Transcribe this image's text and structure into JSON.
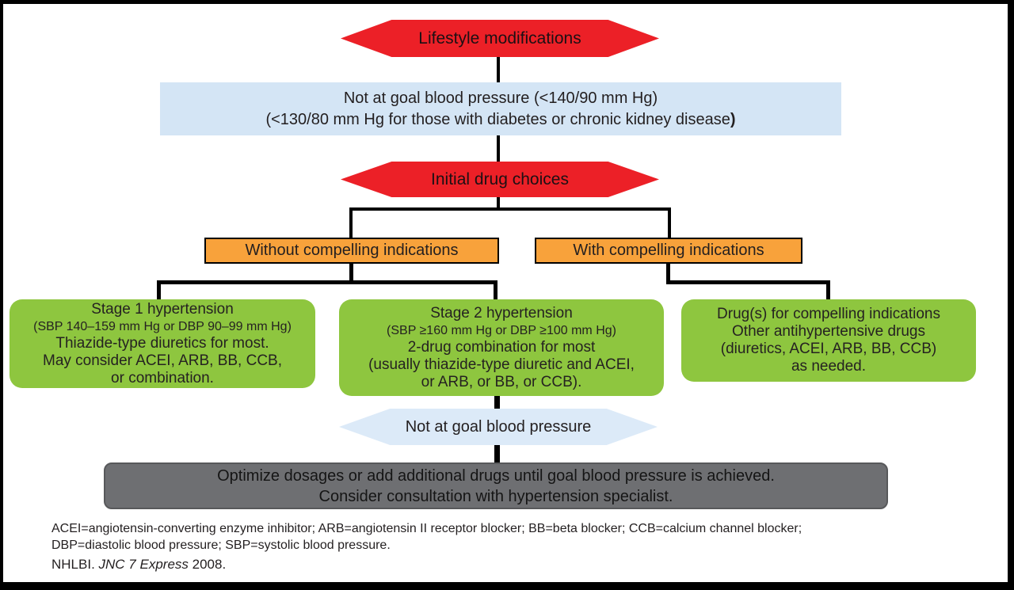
{
  "colors": {
    "red": "#ec2027",
    "orange": "#f8a23b",
    "green": "#8ec63f",
    "blue_box": "#d4e5f5",
    "blue_hex": "#dceaf8",
    "gray": "#6e6f72"
  },
  "flowchart": {
    "lifestyle_hexagon": {
      "label": "Lifestyle modifications"
    },
    "not_at_goal_box": {
      "line1": "Not at goal blood pressure (<140/90 mm Hg)",
      "line2": "(<130/80 mm Hg for those with diabetes or chronic kidney disease",
      "line2_bold": ")"
    },
    "initial_drug_hexagon": {
      "label": "Initial drug choices"
    },
    "without_indications_box": {
      "label": "Without compelling indications"
    },
    "with_indications_box": {
      "label": "With compelling indications"
    },
    "stage1_box": {
      "title": "Stage 1 hypertension",
      "range": "(SBP 140–159 mm Hg or DBP 90–99 mm Hg)",
      "lines": [
        "Thiazide-type diuretics for most.",
        "May consider ACEI, ARB, BB, CCB,",
        "or combination."
      ]
    },
    "stage2_box": {
      "title": "Stage 2 hypertension",
      "range": "(SBP ≥160 mm Hg or DBP ≥100 mm Hg)",
      "lines": [
        "2-drug combination for most",
        "(usually thiazide-type diuretic and ACEI,",
        "or ARB, or BB, or CCB)."
      ]
    },
    "compelling_box": {
      "lines": [
        "Drug(s) for compelling indications",
        "Other antihypertensive drugs",
        "(diuretics, ACEI, ARB, BB, CCB)",
        "as needed."
      ]
    },
    "not_at_goal_hexagon": {
      "label": "Not at goal blood pressure"
    },
    "optimize_box": {
      "line1": "Optimize dosages or add additional drugs until goal blood pressure is achieved.",
      "line2": "Consider consultation with hypertension specialist."
    },
    "footnote": {
      "line1": "ACEI=angiotensin-converting enzyme inhibitor; ARB=angiotensin II receptor blocker; BB=beta blocker; CCB=calcium channel blocker;",
      "line2": "DBP=diastolic blood pressure; SBP=systolic blood pressure."
    },
    "source": {
      "prefix": "NHLBI. ",
      "italic": "JNC 7 Express",
      "suffix": " 2008."
    }
  }
}
